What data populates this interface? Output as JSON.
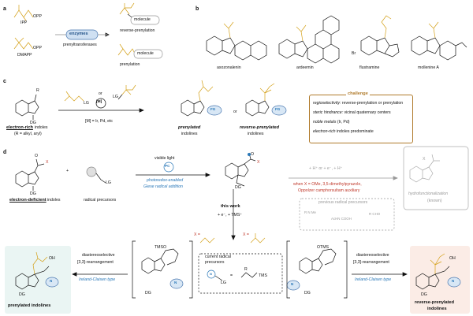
{
  "panels": {
    "a": "a",
    "b": "b",
    "c": "c",
    "d": "d"
  },
  "a": {
    "ipp": "IPP",
    "dmapp": "DMAPP",
    "opp": "OPP",
    "enzymes": "enzymes",
    "prenyltransferases": "prenyltransferases",
    "reverse_prenylation": "reverse-prenylation",
    "prenylation": "prenylation",
    "molecule": "molecule"
  },
  "b": {
    "compounds": [
      "asozonalenin",
      "ardeemin",
      "flustramine",
      "mollenine A"
    ],
    "br": "Br"
  },
  "c": {
    "r": "R",
    "lg": "LG",
    "dg": "DG",
    "or": "or",
    "m": "[M]",
    "electron_rich": "electron-rich",
    "indoles": "indoles",
    "r_def": "(R = alkyl, aryl)",
    "m_def": "[M] = Ir, Pd, etc",
    "fg": "FG",
    "prenylated": "prenylated",
    "reverse_prenylated": "reverse-prenylated",
    "indolines": "indolines",
    "challenge": {
      "title": "challenge",
      "lines": [
        {
          "k": "regioselectivity:",
          "v": "reverse-prenylation or prenylation"
        },
        {
          "k": "steric hindrance:",
          "v": "vicinal quaternary centers"
        },
        {
          "k": "noble metals",
          "v": "(Ir, Pd)"
        },
        {
          "k": "electron-rich",
          "v": "indoles predominate"
        }
      ]
    }
  },
  "d": {
    "o": "O",
    "x": "X",
    "dg": "DG",
    "lg": "LG",
    "plus": "+",
    "electron_deficient": "electron-deficient",
    "indoles": "indoles",
    "radical_precursors": "radical precursors",
    "visible_light": "visible light",
    "pc": "PC",
    "photoredox_1": "photoredox-enabled",
    "photoredox_2": "Giese radical addition",
    "h_top": "+ H⁺   or   + e⁻, + H⁺",
    "when_x": "when X = OMe, 3,5-dimethylpyrazole,",
    "oppolzer": "Oppolzer camphorsultam auxiliary",
    "previous": "previous radical precursors",
    "prev_labels": [
      "R",
      "R",
      "N",
      "Me",
      "AcHN",
      "COOH",
      "R",
      "CHO"
    ],
    "hydro_1": "hydrofunctionalization",
    "hydro_2": "(known)",
    "this_work": "this work",
    "tms_add": "+ e⁻, + TMS⁺",
    "x_eq_left": "X =",
    "x_eq_right": "X =",
    "otms": "OTMS",
    "tmso": "TMSO",
    "current": "current radical",
    "precursors": "precursors",
    "tms": "TMS",
    "n": "N",
    "r": "R",
    "diastereoselective": "diastereoselective",
    "rearr": "[3,3]-rearrangement",
    "ireland": "Ireland-Claisen type",
    "oh": "OH",
    "prenylated_indolines": "prenylated indolines",
    "reverse_prenylated_1": "reverse-prenylated",
    "reverse_prenylated_2": "indolines"
  }
}
